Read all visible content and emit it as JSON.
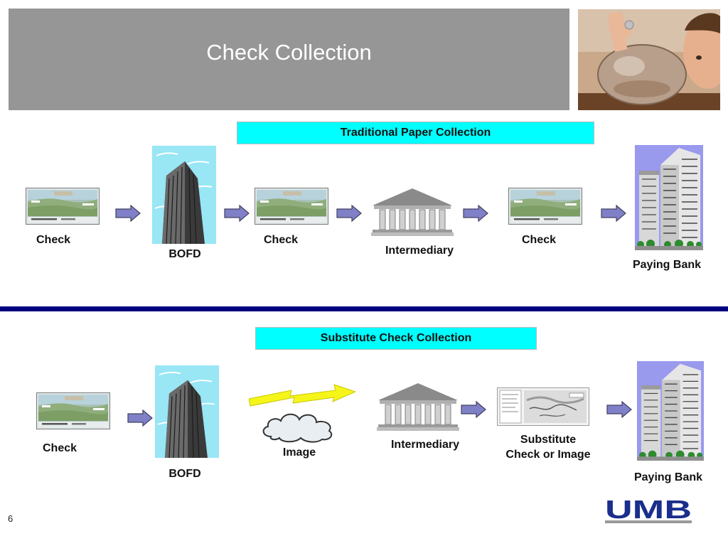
{
  "slide": {
    "title": "Check Collection",
    "page_number": "6",
    "logo_text": "UMB"
  },
  "traditional": {
    "banner": "Traditional Paper Collection",
    "labels": {
      "check1": "Check",
      "bofd": "BOFD",
      "check2": "Check",
      "intermediary": "Intermediary",
      "check3": "Check",
      "paying_bank": "Paying Bank"
    }
  },
  "substitute": {
    "banner": "Substitute Check Collection",
    "labels": {
      "check": "Check",
      "bofd": "BOFD",
      "image": "Image",
      "intermediary": "Intermediary",
      "substitute_line1": "Substitute",
      "substitute_line2": "Check or Image",
      "paying_bank": "Paying Bank"
    }
  },
  "colors": {
    "title_bar": "#969696",
    "banner": "#00ffff",
    "divider": "#000080",
    "arrow": "#8080c8",
    "logo": "#1a2e8c",
    "sky": "#99e6f5",
    "paying_bank_bg": "#9999ee"
  },
  "icons": [
    "check-icon",
    "office-tower-icon",
    "arrow-right-icon",
    "bank-building-icon",
    "skyscrapers-icon",
    "cloud-icon",
    "lightning-bolt-icon",
    "substitute-check-icon"
  ]
}
